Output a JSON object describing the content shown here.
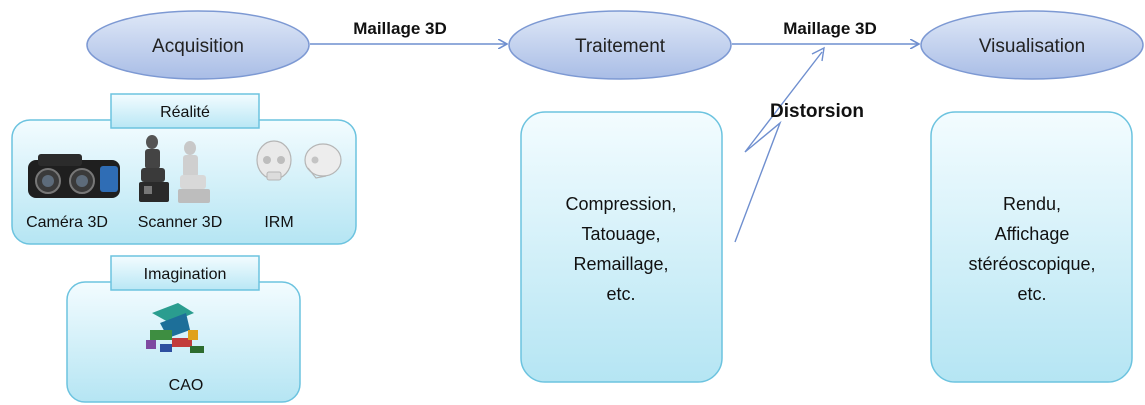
{
  "nodes": {
    "acquisition": "Acquisition",
    "traitement": "Traitement",
    "visualisation": "Visualisation"
  },
  "edges": {
    "edge1_label": "Maillage 3D",
    "edge2_label": "Maillage 3D",
    "distortion_label": "Distorsion"
  },
  "reality": {
    "tab": "Réalité",
    "items": [
      {
        "label": "Caméra 3D",
        "icon": "camera-3d-icon"
      },
      {
        "label": "Scanner 3D",
        "icon": "statue-scan-icon"
      },
      {
        "label": "IRM",
        "icon": "skull-icon"
      }
    ]
  },
  "imagination": {
    "tab": "Imagination",
    "items": [
      {
        "label": "CAO",
        "icon": "cad-model-icon"
      }
    ]
  },
  "processing_box": {
    "lines": [
      "Compression,",
      "Tatouage,",
      "Remaillage,",
      "etc."
    ]
  },
  "visualisation_box": {
    "lines": [
      "Rendu,",
      "Affichage",
      "stéréoscopique,",
      "etc."
    ]
  },
  "colors": {
    "ellipse_fill_top": "#d7e2f5",
    "ellipse_fill_bottom": "#a9bde6",
    "ellipse_stroke": "#6f8fcf",
    "box_fill_top": "#f1fbfe",
    "box_fill_bottom": "#b7e6f4",
    "box_stroke": "#6cc3df",
    "arrow": "#6f8fcf"
  }
}
